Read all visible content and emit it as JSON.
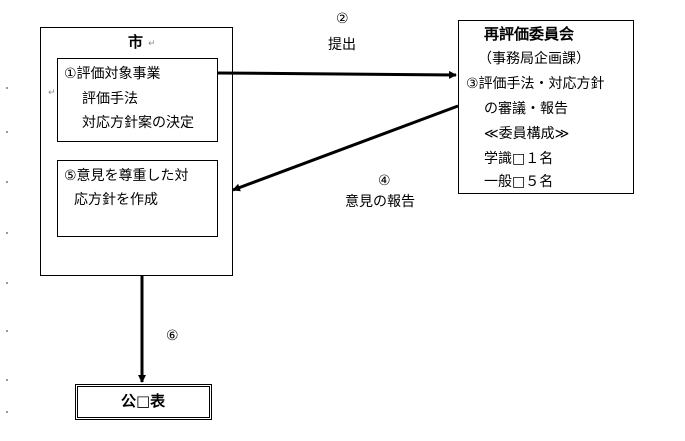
{
  "city": {
    "title": "市",
    "box1": [
      "①評価対象事業",
      "評価手法",
      "対応方針案の決定"
    ],
    "box2": [
      "⑤意見を尊重した対",
      "応方針を作成"
    ]
  },
  "committee": {
    "title": "再評価委員会",
    "subtitle": "（事務局企画課）",
    "lines": [
      "③評価手法・対応方針",
      "の審議・報告",
      "≪委員構成≫",
      "学識□１名",
      "一般□５名"
    ]
  },
  "arrows": {
    "submit_num": "②",
    "submit_label": "提出",
    "report_num": "④",
    "report_label": "意見の報告",
    "publish_num": "⑥"
  },
  "publish": {
    "label": "公□表"
  },
  "editor": {
    "return_mark": "↵"
  }
}
